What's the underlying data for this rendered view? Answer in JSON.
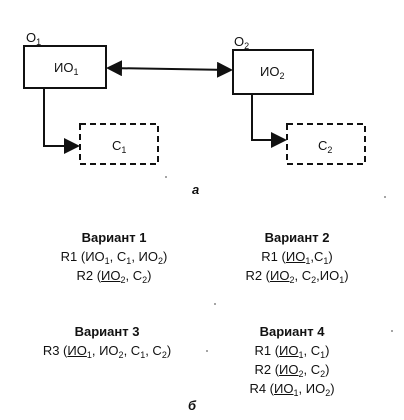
{
  "part_a": {
    "object1": {
      "label": "O",
      "sub": "1"
    },
    "object2": {
      "label": "O",
      "sub": "2"
    },
    "io1": {
      "label": "ИО",
      "sub": "1"
    },
    "io2": {
      "label": "ИО",
      "sub": "2"
    },
    "c1": {
      "label": "C",
      "sub": "1"
    },
    "c2": {
      "label": "C",
      "sub": "2"
    },
    "caption": "а"
  },
  "part_b": {
    "caption": "б",
    "variants": [
      {
        "title": "Вариант 1",
        "rows": [
          [
            {
              "t": "R1 ("
            },
            {
              "t": "ИО",
              "s": "1"
            },
            {
              "t": ", C"
            },
            {
              "t": "",
              "s": "1"
            },
            {
              "t": ", ИО"
            },
            {
              "t": "",
              "s": "2"
            },
            {
              "t": ")"
            }
          ],
          [
            {
              "t": "R2 ("
            },
            {
              "t": "ИО",
              "s": "2",
              "u": true
            },
            {
              "t": ", C"
            },
            {
              "t": "",
              "s": "2"
            },
            {
              "t": ")"
            }
          ]
        ]
      },
      {
        "title": "Вариант 2",
        "rows": [
          [
            {
              "t": "R1 ("
            },
            {
              "t": "ИО",
              "s": "1",
              "u": true
            },
            {
              "t": ",C"
            },
            {
              "t": "",
              "s": "1"
            },
            {
              "t": ")"
            }
          ],
          [
            {
              "t": "R2 ("
            },
            {
              "t": "ИО",
              "s": "2",
              "u": true
            },
            {
              "t": ", C"
            },
            {
              "t": "",
              "s": "2"
            },
            {
              "t": ",ИО"
            },
            {
              "t": "",
              "s": "1"
            },
            {
              "t": ")"
            }
          ]
        ]
      },
      {
        "title": "Вариант 3",
        "rows": [
          [
            {
              "t": "R3 ("
            },
            {
              "t": "ИО",
              "s": "1",
              "u": true
            },
            {
              "t": ", ИО"
            },
            {
              "t": "",
              "s": "2"
            },
            {
              "t": ", C"
            },
            {
              "t": "",
              "s": "1"
            },
            {
              "t": ", C"
            },
            {
              "t": "",
              "s": "2"
            },
            {
              "t": ")"
            }
          ]
        ]
      },
      {
        "title": "Вариант 4",
        "rows": [
          [
            {
              "t": "R1 ("
            },
            {
              "t": "ИО",
              "s": "1",
              "u": true
            },
            {
              "t": ", C"
            },
            {
              "t": "",
              "s": "1"
            },
            {
              "t": ")"
            }
          ],
          [
            {
              "t": "R2 ("
            },
            {
              "t": "ИО",
              "s": "2",
              "u": true
            },
            {
              "t": ", C"
            },
            {
              "t": "",
              "s": "2"
            },
            {
              "t": ")"
            }
          ],
          [
            {
              "t": "R4 ("
            },
            {
              "t": "ИО",
              "s": "1",
              "u": true
            },
            {
              "t": ", ИО"
            },
            {
              "t": "",
              "s": "2"
            },
            {
              "t": ")"
            }
          ]
        ]
      }
    ]
  }
}
